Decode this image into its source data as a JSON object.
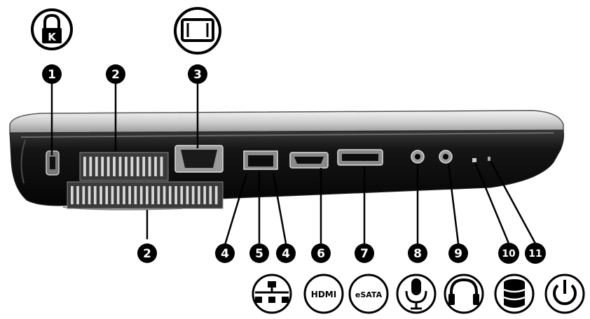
{
  "callouts": {
    "1": "1",
    "2": "2",
    "3": "3",
    "4": "4",
    "5": "5",
    "6": "6",
    "7": "7",
    "8": "8",
    "9": "9",
    "10": "10",
    "11": "11"
  },
  "icon_labels": {
    "hdmi": "HDMI",
    "esata": "eSATA"
  },
  "icons": [
    "kensington-lock-icon",
    "monitor-icon",
    "network-icon",
    "hdmi-icon",
    "esata-icon",
    "microphone-icon",
    "headphones-icon",
    "drive-icon",
    "power-icon"
  ]
}
